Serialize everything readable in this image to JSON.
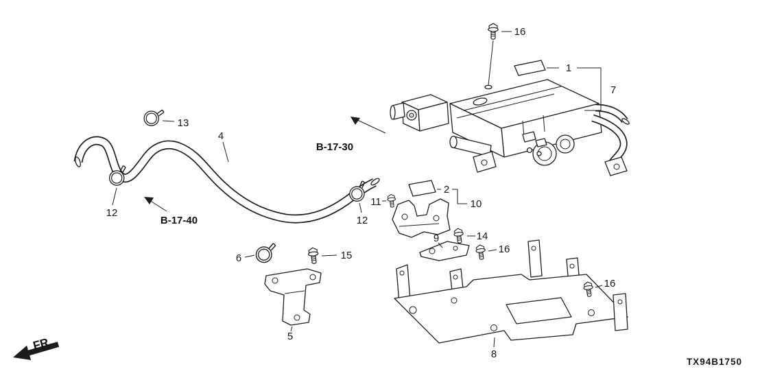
{
  "diagram": {
    "part_code": "TX94B1750",
    "direction_label": "FR.",
    "ref_b1730": "B-17-30",
    "ref_b1740": "B-17-40",
    "callouts": {
      "n1": "1",
      "n2": "2",
      "n4": "4",
      "n5": "5",
      "n6": "6",
      "n7": "7",
      "n8": "8",
      "n9": "9",
      "n10": "10",
      "n11": "11",
      "n12a": "12",
      "n12b": "12",
      "n13": "13",
      "n14": "14",
      "n15": "15",
      "n16a": "16",
      "n16b": "16",
      "n16c": "16"
    }
  }
}
